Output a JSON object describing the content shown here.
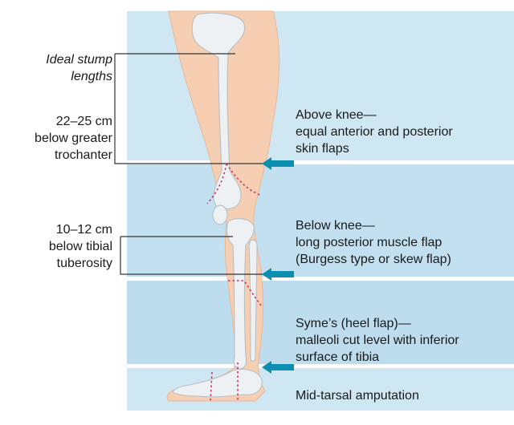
{
  "left_labels": {
    "title_line1": "Ideal stump",
    "title_line2": "lengths",
    "above_knee_length": [
      "22–25 cm",
      "below greater",
      "trochanter"
    ],
    "below_knee_length": [
      "10–12 cm",
      "below tibial",
      "tuberosity"
    ]
  },
  "right_labels": {
    "above_knee": [
      "Above knee—",
      "equal anterior and posterior",
      "skin flaps"
    ],
    "below_knee": [
      "Below knee—",
      "long posterior muscle flap",
      "(Burgess type or skew flap)"
    ],
    "symes": [
      "Syme’s (heel flap)—",
      "malleoli cut level with inferior",
      "surface of tibia"
    ],
    "mid_tarsal": "Mid-tarsal amputation"
  },
  "colors": {
    "band_light": "#cfe6f3",
    "band_dark": "#b7d9ec",
    "skin": "#f6cfb2",
    "bone": "#eef1f3",
    "arrow": "#0a8fb0",
    "cut_line": "#d0306a",
    "leader_line": "#333333"
  }
}
